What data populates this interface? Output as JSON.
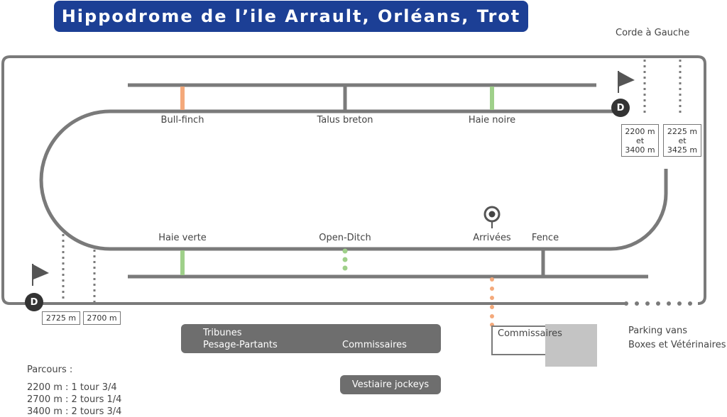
{
  "title": "Hippodrome de l’ile Arrault, Orléans, Trot",
  "corde": "Corde à Gauche",
  "obstacles": {
    "bull_finch": "Bull-finch",
    "talus_breton": "Talus breton",
    "haie_noire": "Haie noire",
    "haie_verte": "Haie verte",
    "open_ditch": "Open-Ditch",
    "arrivees": "Arrivées",
    "fence": "Fence"
  },
  "start_marker": "D",
  "distances": {
    "d2200_line1": "2200 m",
    "d2200_line2": "et",
    "d2200_line3": "3400 m",
    "d2225_line1": "2225 m",
    "d2225_line2": "et",
    "d2225_line3": "3425 m",
    "d2725": "2725 m",
    "d2700": "2700 m"
  },
  "facilities": {
    "tribunes": "Tribunes",
    "pesage": "Pesage-Partants",
    "commissaires_block": "Commissaires",
    "commissaires_box": "Commissaires",
    "vestiaire": "Vestiaire jockeys",
    "parking": "Parking vans",
    "boxes": "Boxes et Vétérinaires"
  },
  "parcours": {
    "heading": "Parcours :",
    "items": [
      "2200 m : 1 tour 3/4",
      "2700 m : 2 tours 1/4",
      "3400 m : 2 tours 3/4"
    ]
  },
  "colors": {
    "title_bg": "#1c3f95",
    "track": "#7a7a7a",
    "orange": "#f4a97b",
    "green": "#9fd08a"
  }
}
